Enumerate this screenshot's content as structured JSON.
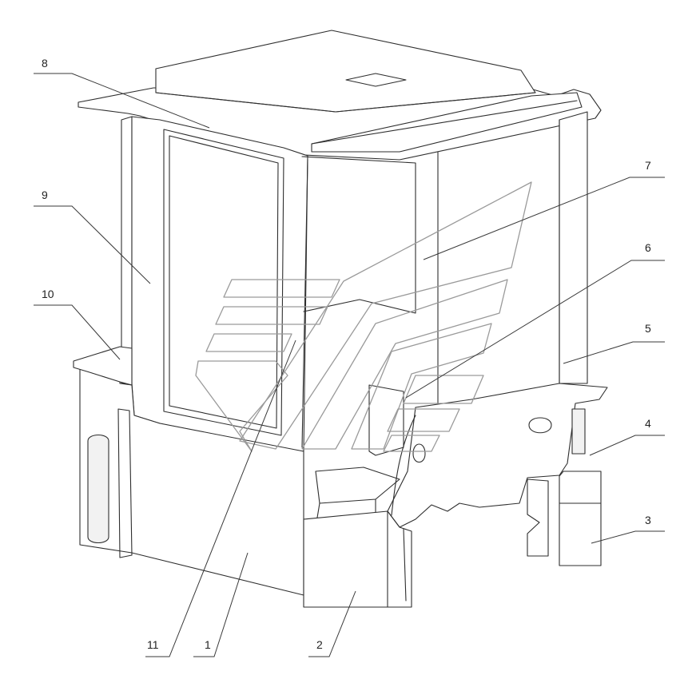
{
  "callouts": [
    {
      "id": "c8",
      "text": "8"
    },
    {
      "id": "c9",
      "text": "9"
    },
    {
      "id": "c10",
      "text": "10"
    },
    {
      "id": "c7",
      "text": "7"
    },
    {
      "id": "c6",
      "text": "6"
    },
    {
      "id": "c5",
      "text": "5"
    },
    {
      "id": "c4",
      "text": "4"
    },
    {
      "id": "c3",
      "text": "3"
    },
    {
      "id": "c11",
      "text": "11"
    },
    {
      "id": "c1",
      "text": "1"
    },
    {
      "id": "c2",
      "text": "2"
    }
  ],
  "colors": {
    "line": "#2e2e2e",
    "watermark": "#9a9a9a",
    "background": "#ffffff"
  }
}
